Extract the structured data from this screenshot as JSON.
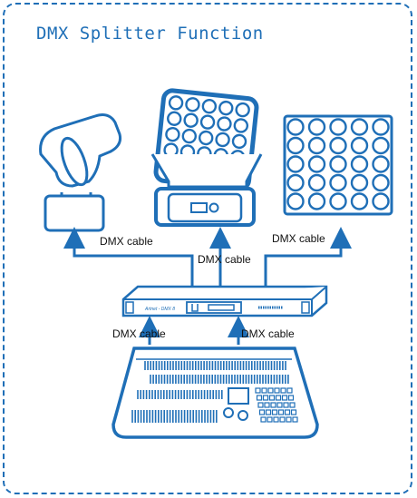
{
  "diagram": {
    "title": "DMX Splitter Function",
    "device_text": "Artnet - DMX 8",
    "cable_label": "DMX  cable",
    "cable_label_right_top": "DMX cable",
    "colors": {
      "line": "#1f6fb7",
      "fill": "#ffffff"
    },
    "icons": [
      "moving-head-spot-icon",
      "led-moving-head-icon",
      "led-matrix-panel-icon",
      "dmx-splitter-icon",
      "lighting-console-icon"
    ]
  }
}
